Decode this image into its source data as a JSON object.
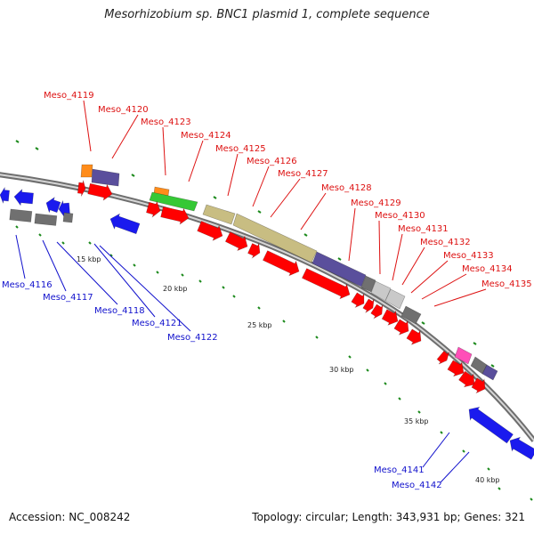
{
  "title": "Mesorhizobium sp. BNC1 plasmid 1, complete sequence",
  "footer": {
    "accession": "Accession: NC_008242",
    "topology": "Topology: circular; Length: 343,931 bp; Genes: 321"
  },
  "colors": {
    "forward_label": "#dd1111",
    "reverse_label": "#1111cc",
    "backbone": "#8c8c8c",
    "tick": "#1c8a1c",
    "forward_gene": "#ff0000",
    "reverse_gene": "#1a1aee",
    "khaki": "#c8bd82",
    "slate": "#5a4f9c",
    "green": "#35c835",
    "orange": "#ff8c1a",
    "grey": "#707070",
    "lightgrey": "#c9c9c9",
    "pink": "#ff4fb8"
  },
  "tick_labels": [
    "15 kbp",
    "20 kbp",
    "25 kbp",
    "30 kbp",
    "35 kbp",
    "40 kbp"
  ],
  "forward_labels": [
    "Meso_4119",
    "Meso_4120",
    "Meso_4123",
    "Meso_4124",
    "Meso_4125",
    "Meso_4126",
    "Meso_4127",
    "Meso_4128",
    "Meso_4129",
    "Meso_4130",
    "Meso_4131",
    "Meso_4132",
    "Meso_4133",
    "Meso_4134",
    "Meso_4135"
  ],
  "reverse_labels": [
    "Meso_4116",
    "Meso_4117",
    "Meso_4118",
    "Meso_4121",
    "Meso_4122",
    "Meso_4141",
    "Meso_4142"
  ]
}
